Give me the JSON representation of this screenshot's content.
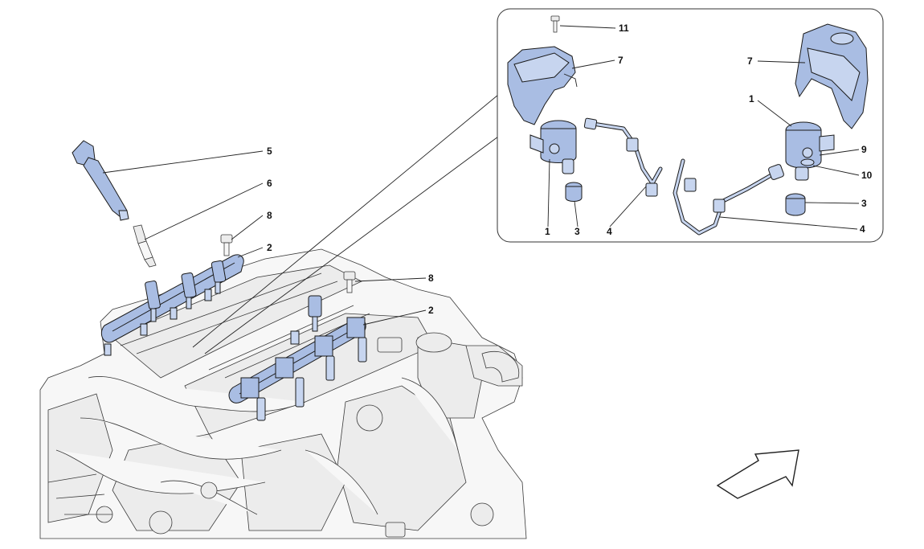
{
  "callouts": {
    "c1a": "1",
    "c1b": "1",
    "c2a": "2",
    "c2b": "2",
    "c3a": "3",
    "c3b": "3",
    "c4a": "4",
    "c4b": "4",
    "c5": "5",
    "c6": "6",
    "c7a": "7",
    "c7b": "7",
    "c8a": "8",
    "c8b": "8",
    "c9": "9",
    "c10": "10",
    "c11": "11"
  },
  "colors": {
    "part": "#a9bde3",
    "engine": "#f7f7f7",
    "outline": "#1a1a1a"
  }
}
